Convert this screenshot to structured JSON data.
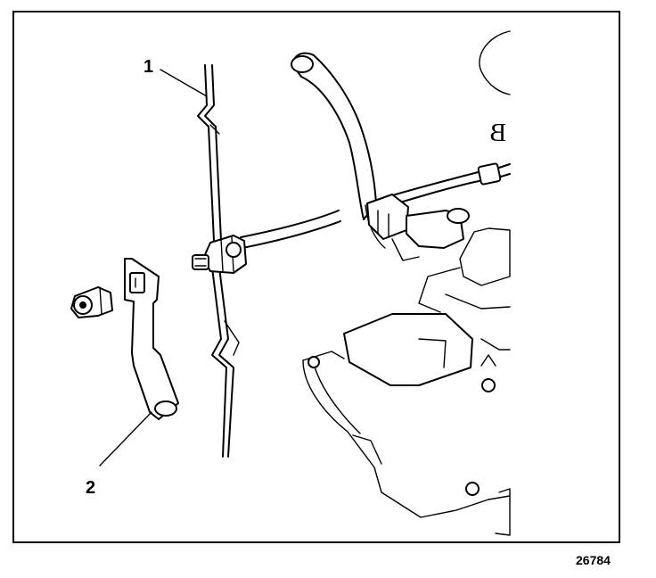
{
  "figure": {
    "callouts": [
      {
        "id": "1",
        "label": "1"
      },
      {
        "id": "2",
        "label": "2"
      }
    ],
    "letter_mark": "B",
    "figure_number": "26784"
  }
}
